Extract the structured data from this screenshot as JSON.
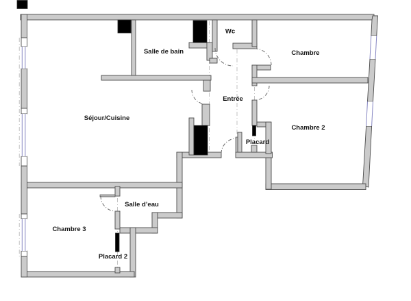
{
  "plan": {
    "rooms": [
      {
        "name": "wc",
        "label": "Wc"
      },
      {
        "name": "salle-de-bain",
        "label": "Salle de bain"
      },
      {
        "name": "chambre",
        "label": "Chambre"
      },
      {
        "name": "sejour-cuisine",
        "label": "Séjour/Cuisine"
      },
      {
        "name": "entree",
        "label": "Entrée"
      },
      {
        "name": "chambre-2",
        "label": "Chambre 2"
      },
      {
        "name": "placard",
        "label": "Placard"
      },
      {
        "name": "salle-d-eau",
        "label": "Salle d’eau"
      },
      {
        "name": "chambre-3",
        "label": "Chambre 3"
      },
      {
        "name": "placard-2",
        "label": "Placard 2"
      }
    ],
    "colors": {
      "background": "#ffffff",
      "wall_fill": "#cbcbcb",
      "wall_stroke": "#4a4a4a",
      "duct": "#000000",
      "window": "#8585c2",
      "door_swing": "#6b6b6b",
      "text": "#161616"
    }
  }
}
